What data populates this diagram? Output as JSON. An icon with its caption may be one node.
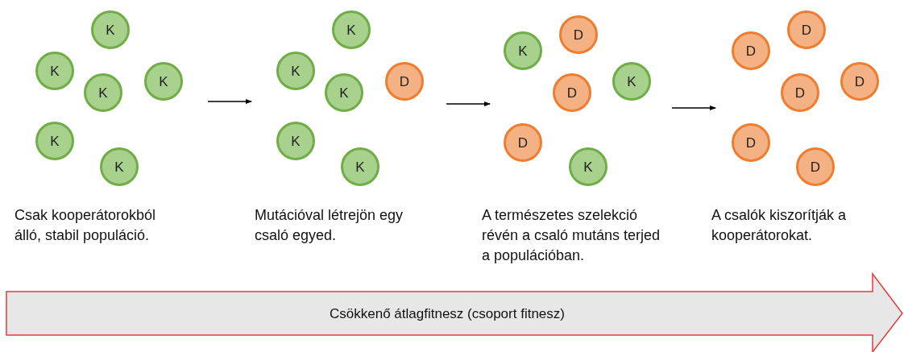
{
  "diagram": {
    "nodes": [
      {
        "text": [
          "K"
        ]
      },
      {
        "text": [
          "K"
        ]
      },
      {
        "text": [
          "K"
        ]
      },
      {
        "text": [
          "K"
        ]
      },
      {
        "text": [
          "K"
        ]
      },
      {
        "text": [
          "K"
        ]
      },
      {
        "text": [
          "K"
        ]
      },
      {
        "text": [
          "K"
        ]
      },
      {
        "text": [
          "D"
        ]
      },
      {
        "text": [
          "K"
        ]
      },
      {
        "text": [
          "K"
        ]
      },
      {
        "text": [
          "K"
        ]
      },
      {
        "text": [
          "D"
        ]
      },
      {
        "text": [
          "K"
        ]
      },
      {
        "text": [
          "K"
        ]
      },
      {
        "text": [
          "D"
        ]
      },
      {
        "text": [
          "D"
        ]
      },
      {
        "text": [
          "K"
        ]
      },
      {
        "text": [
          "D"
        ]
      },
      {
        "text": [
          "D"
        ]
      },
      {
        "text": [
          "D"
        ]
      },
      {
        "text": [
          "D"
        ]
      },
      {
        "text": [
          "D"
        ]
      },
      {
        "text": [
          "D"
        ]
      },
      {
        "text": [
          "Csökkenő átlagfitnesz (csoport fitnesz)"
        ]
      }
    ],
    "labels": [
      "Csak kooperátorokból álló, stabil populáció.",
      "Mutációval létrejön egy csaló egyed.",
      "A természetes szelekció révén a csaló mutáns terjed a populációban.",
      "A csalók kiszorítják a kooperátorokat."
    ]
  }
}
